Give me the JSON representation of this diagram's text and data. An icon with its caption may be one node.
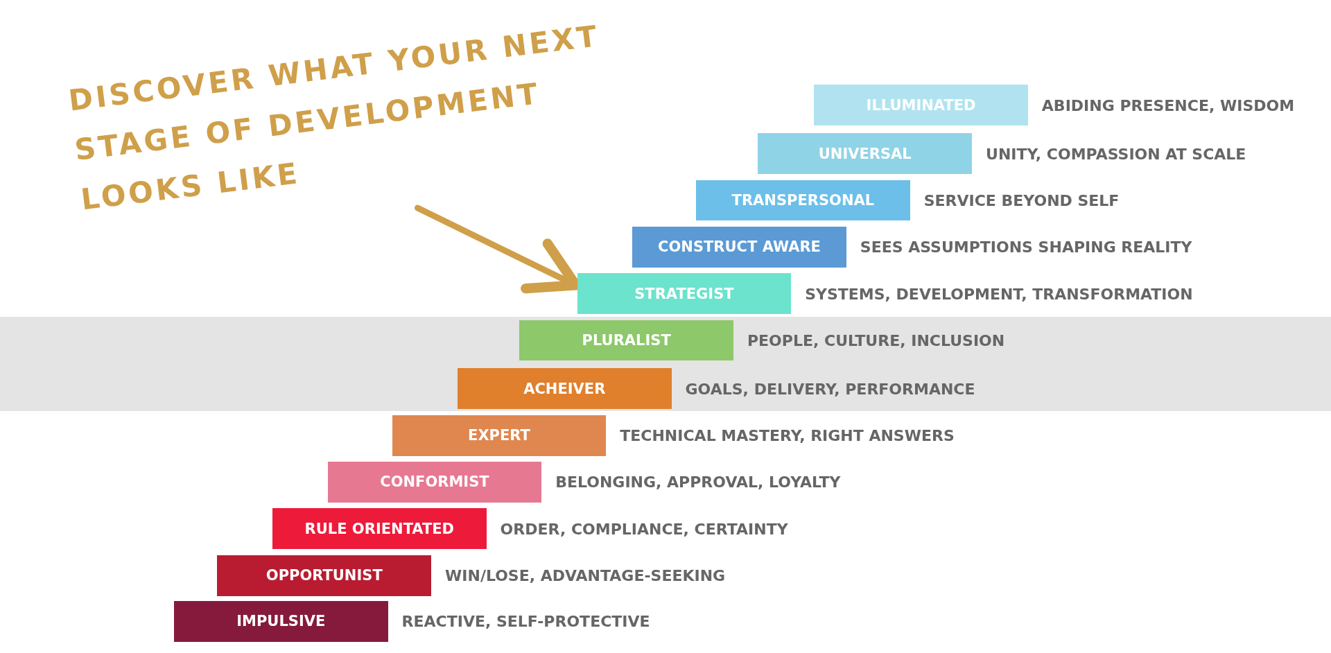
{
  "diagram": {
    "title": "DISCOVER WHAT YOUR NEXT STAGE OF DEVELOPMENT LOOKS LIKE",
    "nodes": [
      {
        "text": [
          "ILLUMINATED"
        ],
        "beside": [
          "ABIDING PRESENCE, WISDOM"
        ]
      },
      {
        "text": [
          "UNIVERSAL"
        ],
        "beside": [
          "UNITY, COMPASSION AT SCALE"
        ]
      },
      {
        "text": [
          "TRANSPERSONAL"
        ],
        "beside": [
          "SERVICE BEYOND SELF"
        ]
      },
      {
        "text": [
          "CONSTRUCT AWARE"
        ],
        "beside": [
          "SEES ASSUMPTIONS SHAPING REALITY"
        ]
      },
      {
        "text": [
          "STRATEGIST"
        ],
        "beside": [
          "SYSTEMS, DEVELOPMENT, TRANSFORMATION"
        ]
      },
      {
        "text": [
          "PLURALIST"
        ],
        "beside": [
          "PEOPLE, CULTURE, INCLUSION"
        ]
      },
      {
        "text": [
          "ACHEIVER"
        ],
        "beside": [
          "GOALS, DELIVERY, PERFORMANCE"
        ]
      },
      {
        "text": [
          "EXPERT"
        ],
        "beside": [
          "TECHNICAL MASTERY, RIGHT ANSWERS"
        ]
      },
      {
        "text": [
          "CONFORMIST"
        ],
        "beside": [
          "BELONGING, APPROVAL, LOYALTY"
        ]
      },
      {
        "text": [
          "RULE ORIENTATED"
        ],
        "beside": [
          "ORDER, COMPLIANCE, CERTAINTY"
        ]
      },
      {
        "text": [
          "OPPORTUNIST"
        ],
        "beside": [
          "WIN/LOSE, ADVANTAGE-SEEKING"
        ]
      },
      {
        "text": [
          "IMPULSIVE"
        ],
        "beside": [
          "REACTIVE, SELF-PROTECTIVE"
        ]
      }
    ],
    "edges": [
      {
        "from": null,
        "to": 4,
        "arrow": "to"
      }
    ]
  }
}
